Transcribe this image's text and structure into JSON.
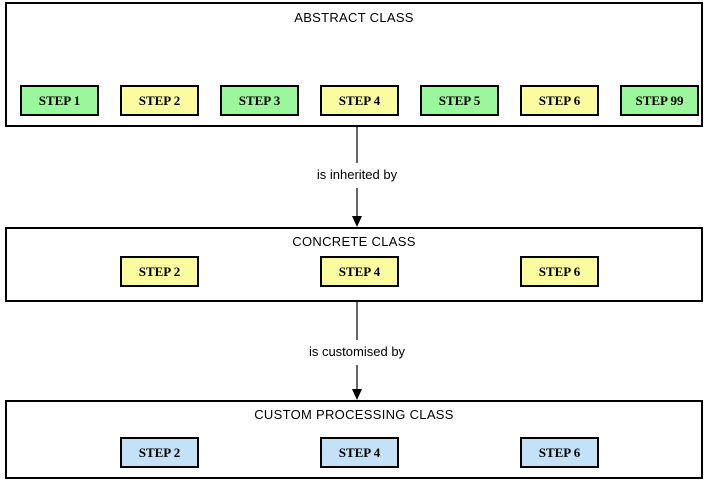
{
  "diagram": {
    "title_font_color": "#000000",
    "colors": {
      "green": "#9bf79b",
      "yellow": "#fbfba0",
      "blue": "#c3e2f7",
      "stroke": "#000000",
      "background": "#ffffff"
    },
    "tiers": [
      {
        "id": "abstract-class",
        "title": "ABSTRACT CLASS",
        "steps": [
          {
            "label": "STEP 1",
            "color": "green"
          },
          {
            "label": "STEP 2",
            "color": "yellow"
          },
          {
            "label": "STEP 3",
            "color": "green"
          },
          {
            "label": "STEP 4",
            "color": "yellow"
          },
          {
            "label": "STEP 5",
            "color": "green"
          },
          {
            "label": "STEP 6",
            "color": "yellow"
          },
          {
            "label": "STEP 99",
            "color": "green"
          }
        ]
      },
      {
        "id": "concrete-class",
        "title": "CONCRETE CLASS",
        "steps": [
          {
            "label": "STEP 2",
            "color": "yellow"
          },
          {
            "label": "STEP 4",
            "color": "yellow"
          },
          {
            "label": "STEP 6",
            "color": "yellow"
          }
        ]
      },
      {
        "id": "custom-processing-class",
        "title": "CUSTOM PROCESSING CLASS",
        "steps": [
          {
            "label": "STEP 2",
            "color": "blue"
          },
          {
            "label": "STEP 4",
            "color": "blue"
          },
          {
            "label": "STEP 6",
            "color": "blue"
          }
        ]
      }
    ],
    "connectors": [
      {
        "id": "inherits",
        "label": "is inherited by"
      },
      {
        "id": "customises",
        "label": "is customised by"
      }
    ]
  }
}
